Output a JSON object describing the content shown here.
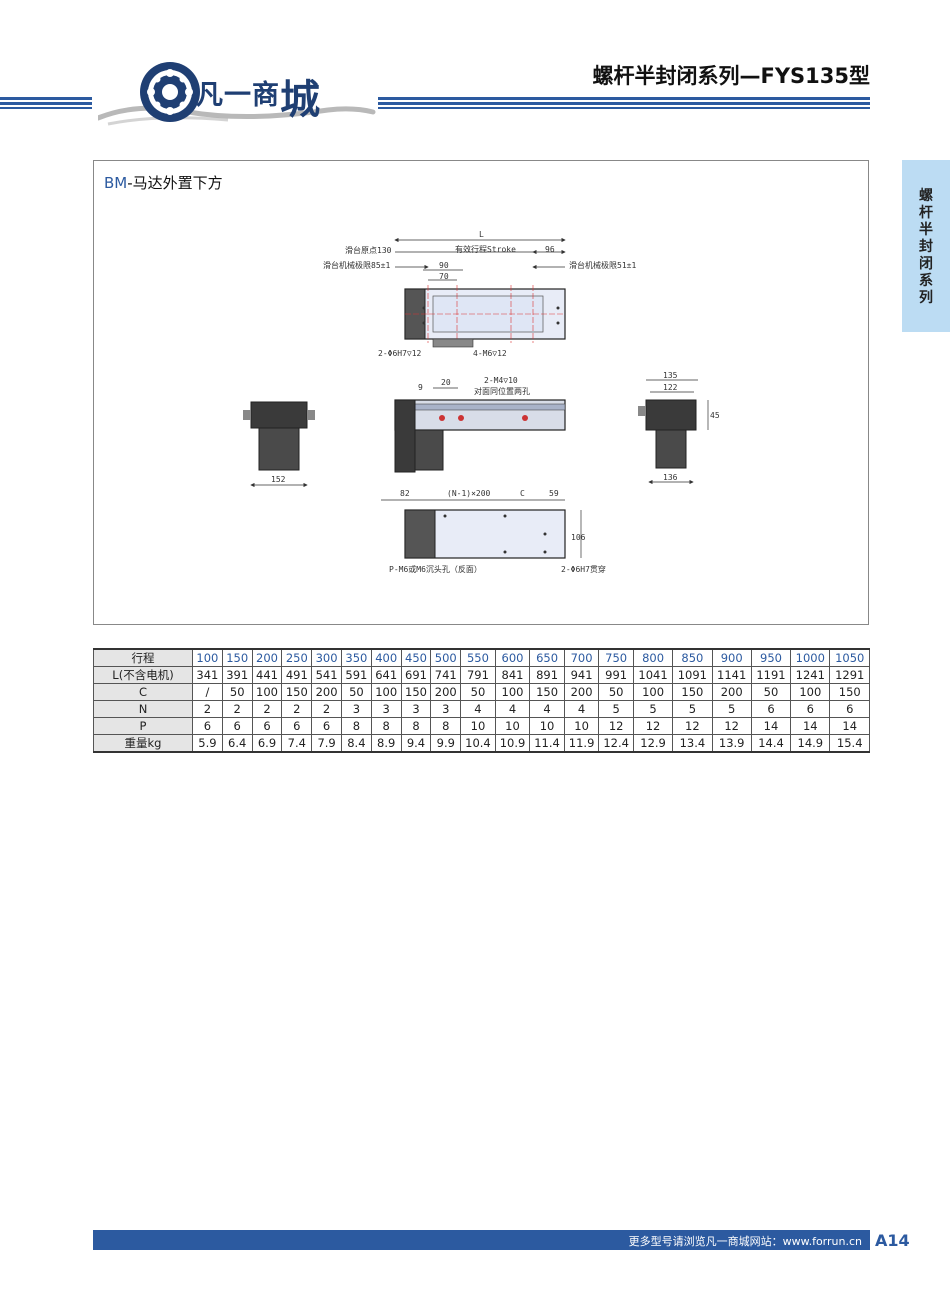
{
  "header": {
    "logo_text_a": "凡一商",
    "logo_text_b": "城",
    "series_title": "螺杆半封闭系列—FYS135型"
  },
  "side_tab": {
    "label": "螺杆半封闭系列"
  },
  "drawing": {
    "title_prefix": "BM",
    "title_rest": "-马达外置下方",
    "labels": {
      "L": "L",
      "origin": "滑台原点130",
      "stroke": "有效行程Stroke",
      "d96": "96",
      "mech_left": "滑台机械极限85±1",
      "mech_right": "滑台机械极限51±1",
      "d90": "90",
      "d70": "70",
      "hole1": "2-Φ6H7▽12",
      "hole2": "4-M6▽12",
      "d9": "9",
      "d20": "20",
      "m4": "2-M4▽10",
      "m4b": "对面同位置两孔",
      "d135": "135",
      "d122": "122",
      "d45": "45",
      "d136": "136",
      "d152": "152",
      "d82": "82",
      "pitch": "(N-1)×200",
      "dC": "C",
      "d59": "59",
      "d106": "106",
      "bottom_hole": "P-M6或M6沉头孔（反面）",
      "through": "2-Φ6H7贯穿"
    }
  },
  "table": {
    "rows": [
      {
        "head": "行程",
        "cells": [
          "100",
          "150",
          "200",
          "250",
          "300",
          "350",
          "400",
          "450",
          "500",
          "550",
          "600",
          "650",
          "700",
          "750",
          "800",
          "850",
          "900",
          "950",
          "1000",
          "1050"
        ]
      },
      {
        "head": "L(不含电机)",
        "cells": [
          "341",
          "391",
          "441",
          "491",
          "541",
          "591",
          "641",
          "691",
          "741",
          "791",
          "841",
          "891",
          "941",
          "991",
          "1041",
          "1091",
          "1141",
          "1191",
          "1241",
          "1291"
        ]
      },
      {
        "head": "C",
        "cells": [
          "/",
          "50",
          "100",
          "150",
          "200",
          "50",
          "100",
          "150",
          "200",
          "50",
          "100",
          "150",
          "200",
          "50",
          "100",
          "150",
          "200",
          "50",
          "100",
          "150"
        ]
      },
      {
        "head": "N",
        "cells": [
          "2",
          "2",
          "2",
          "2",
          "2",
          "3",
          "3",
          "3",
          "3",
          "4",
          "4",
          "4",
          "4",
          "5",
          "5",
          "5",
          "5",
          "6",
          "6",
          "6"
        ]
      },
      {
        "head": "P",
        "cells": [
          "6",
          "6",
          "6",
          "6",
          "6",
          "8",
          "8",
          "8",
          "8",
          "10",
          "10",
          "10",
          "10",
          "12",
          "12",
          "12",
          "12",
          "14",
          "14",
          "14"
        ]
      },
      {
        "head": "重量kg",
        "cells": [
          "5.9",
          "6.4",
          "6.9",
          "7.4",
          "7.9",
          "8.4",
          "8.9",
          "9.4",
          "9.9",
          "10.4",
          "10.9",
          "11.4",
          "11.9",
          "12.4",
          "12.9",
          "13.4",
          "13.9",
          "14.4",
          "14.9",
          "15.4"
        ]
      }
    ]
  },
  "footer": {
    "text": "更多型号请浏览凡一商城网站：www.forrun.cn",
    "page": "A14"
  },
  "colors": {
    "brand_blue": "#2c5aa0",
    "side_tab": "#bcdcf3"
  }
}
